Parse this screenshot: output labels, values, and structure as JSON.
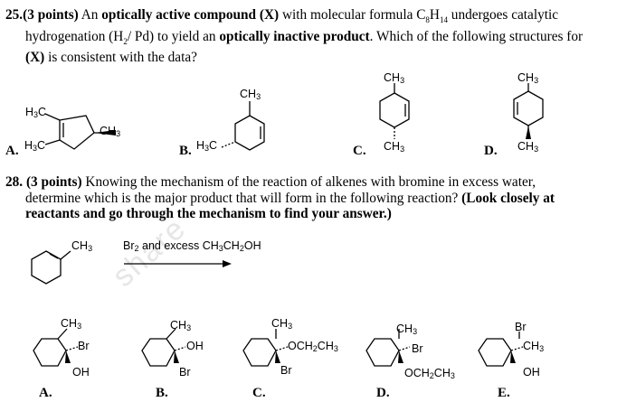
{
  "q25": {
    "number": "25.",
    "points": "(3 points)",
    "t1": " An ",
    "bold1": "optically active compound (X)",
    "t2": " with molecular formula C",
    "sub1": "8",
    "t3": "H",
    "sub2": "14",
    "t4": " undergoes catalytic",
    "t5": "hydrogenation (H",
    "sub3": "2",
    "t6": "/ Pd) to yield an ",
    "bold2": "optically inactive product",
    "t7": ".  Which of the following structures for",
    "bold3": "(X)",
    "t8": " is consistent with the data?"
  },
  "q25_choices": {
    "A": "A.",
    "B": "B.",
    "C": "C.",
    "D": "D."
  },
  "q25_labels": {
    "h3c": "H3C",
    "ch3": "CH3"
  },
  "q28": {
    "number": "28.",
    "points": "(3 points)",
    "t1": " Knowing the mechanism of the reaction of alkenes with bromine in excess water,",
    "t2": "determine which is the major product that will form in the following reaction?",
    "bold1": " (Look closely at",
    "bold2": "reactants and go through the mechanism to find your answer.)"
  },
  "q28_reaction": {
    "substituent": "CH3",
    "reagents": "Br2 and excess CH3CH2OH"
  },
  "q28_choices": {
    "A": "A.",
    "B": "B.",
    "C": "C.",
    "D": "D.",
    "E": "E."
  },
  "q28_groups": {
    "ch3": "CH3",
    "br": "Br",
    "oh": "OH",
    "och2ch3": "OCH2CH3"
  },
  "watermark": "share"
}
